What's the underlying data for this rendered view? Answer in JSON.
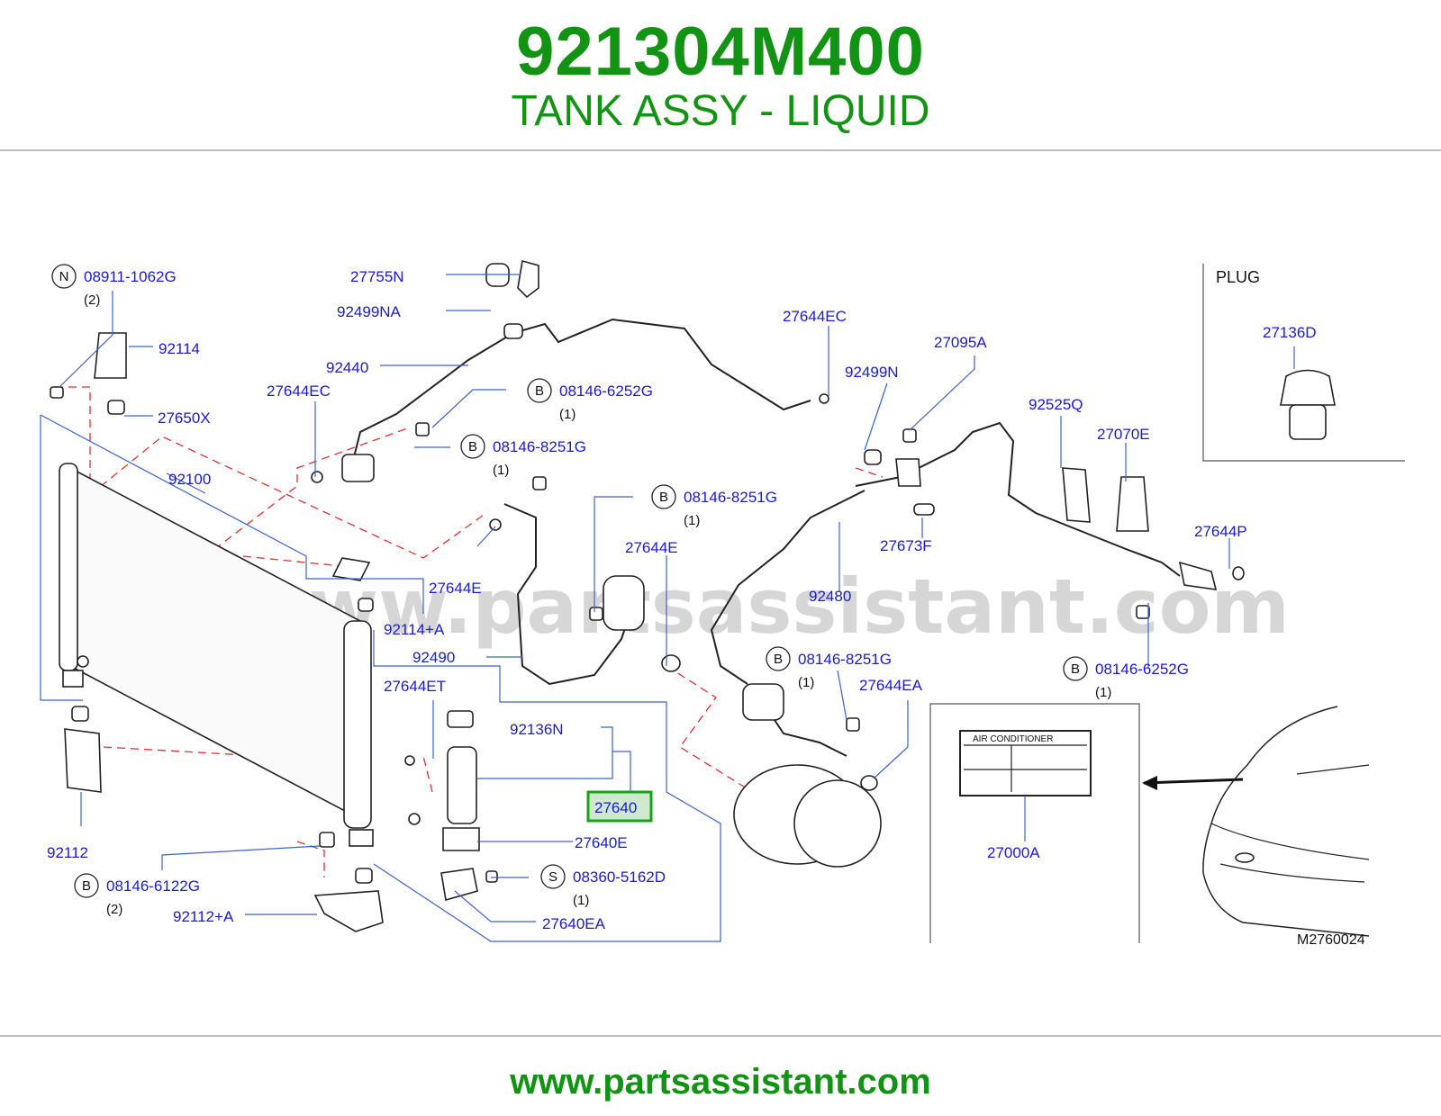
{
  "header": {
    "part_number": "921304M400",
    "part_description": "TANK ASSY - LIQUID"
  },
  "footer": {
    "url": "www.partsassistant.com"
  },
  "watermark": "www.partsassistant.com",
  "diagram_code": "M2760024",
  "plug_box": {
    "title": "PLUG",
    "part": "27136D"
  },
  "label_box": {
    "title": "AIR   CONDITIONER",
    "part": "27000A"
  },
  "highlight": {
    "part": "27640",
    "color": "#19a319"
  },
  "colors": {
    "brand": "#139313",
    "label": "#1a1ad0",
    "leader": "#3b63c8",
    "dashed": "#e03030"
  },
  "callouts": [
    {
      "code": "N",
      "part": "08911-1062G",
      "qty": "(2)"
    },
    {
      "part": "27755N"
    },
    {
      "part": "92499NA"
    },
    {
      "part": "92114"
    },
    {
      "part": "92440"
    },
    {
      "part": "27650X"
    },
    {
      "part": "27644EC"
    },
    {
      "code": "B",
      "part": "08146-6252G",
      "qty": "(1)"
    },
    {
      "code": "B",
      "part": "08146-8251G",
      "qty": "(1)"
    },
    {
      "part": "92100"
    },
    {
      "part": "27644EC"
    },
    {
      "part": "92499N"
    },
    {
      "part": "27095A"
    },
    {
      "part": "92525Q"
    },
    {
      "part": "27070E"
    },
    {
      "code": "B",
      "part": "08146-8251G",
      "qty": "(1)"
    },
    {
      "part": "27644E"
    },
    {
      "part": "27673F"
    },
    {
      "part": "27644P"
    },
    {
      "part": "27644E"
    },
    {
      "part": "92114+A"
    },
    {
      "part": "92480"
    },
    {
      "part": "92490"
    },
    {
      "code": "B",
      "part": "08146-8251G",
      "qty": "(1)"
    },
    {
      "code": "B",
      "part": "08146-6252G",
      "qty": "(1)"
    },
    {
      "part": "27644ET"
    },
    {
      "part": "27644EA"
    },
    {
      "part": "92136N"
    },
    {
      "part": "27640E"
    },
    {
      "part": "92112"
    },
    {
      "code": "B",
      "part": "08146-6122G",
      "qty": "(2)"
    },
    {
      "code": "S",
      "part": "08360-5162D",
      "qty": "(1)"
    },
    {
      "part": "92112+A"
    },
    {
      "part": "27640EA"
    }
  ]
}
